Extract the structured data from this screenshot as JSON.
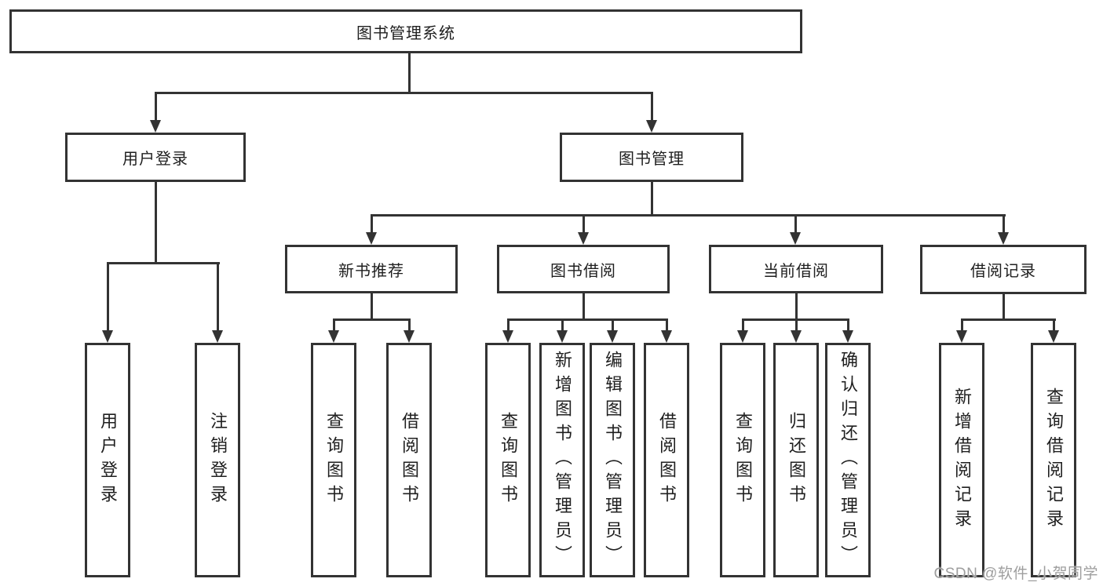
{
  "diagram": {
    "title": "图书管理系统",
    "watermark": "CSDN @软件_小贺同学",
    "nodes": {
      "root": {
        "label": "图书管理系统"
      },
      "level2": [
        {
          "id": "user-login",
          "label": "用户登录",
          "parent": "图书管理系统"
        },
        {
          "id": "book-management",
          "label": "图书管理",
          "parent": "图书管理系统"
        }
      ],
      "level3": [
        {
          "id": "new-book-recommendation",
          "label": "新书推荐",
          "parent": "图书管理"
        },
        {
          "id": "book-borrowing",
          "label": "图书借阅",
          "parent": "图书管理"
        },
        {
          "id": "current-borrowing",
          "label": "当前借阅",
          "parent": "图书管理"
        },
        {
          "id": "borrowing-records",
          "label": "借阅记录",
          "parent": "图书管理"
        }
      ],
      "leaves": [
        {
          "label": "用户登录",
          "parent": "用户登录"
        },
        {
          "label": "注销登录",
          "parent": "用户登录"
        },
        {
          "label": "查询图书",
          "parent": "新书推荐"
        },
        {
          "label": "借阅图书",
          "parent": "新书推荐"
        },
        {
          "label": "查询图书",
          "parent": "图书借阅"
        },
        {
          "label": "新增图书（管理员）",
          "parent": "图书借阅"
        },
        {
          "label": "编辑图书（管理员）",
          "parent": "图书借阅"
        },
        {
          "label": "借阅图书",
          "parent": "图书借阅"
        },
        {
          "label": "查询图书",
          "parent": "当前借阅"
        },
        {
          "label": "归还图书",
          "parent": "当前借阅"
        },
        {
          "label": "确认归还（管理员）",
          "parent": "当前借阅"
        },
        {
          "label": "新增借阅记录",
          "parent": "借阅记录"
        },
        {
          "label": "查询借阅记录",
          "parent": "借阅记录"
        }
      ]
    },
    "colors": {
      "line": "#333333",
      "box_background": "#ffffff",
      "text": "#1f1f1f",
      "watermark": "#9e9e9e",
      "background": "#ffffff"
    }
  }
}
